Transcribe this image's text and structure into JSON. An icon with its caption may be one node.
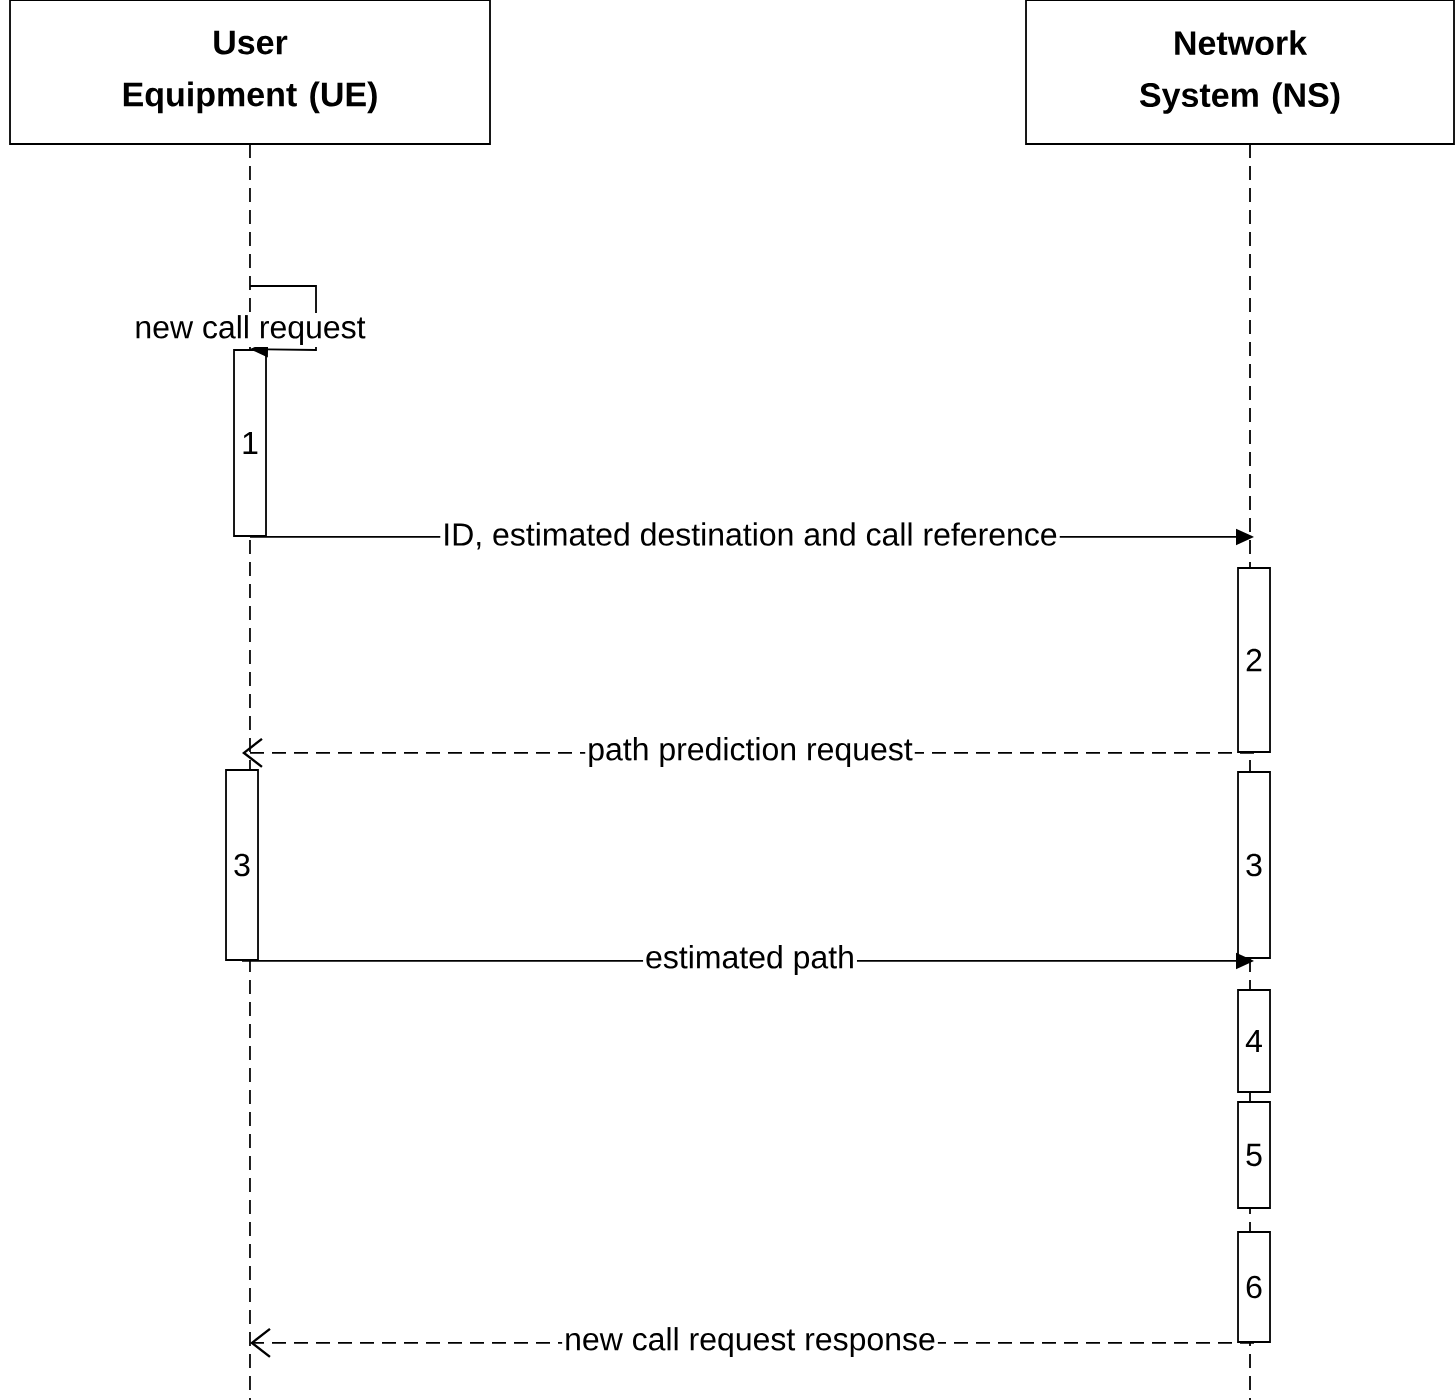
{
  "diagram": {
    "nodes": [
      {
        "text": [
          "User Equipment (UE)"
        ]
      },
      {
        "text": [
          "Network System (NS)"
        ]
      },
      {
        "text": [
          "1"
        ]
      },
      {
        "text": [
          "2"
        ]
      },
      {
        "text": [
          "3"
        ]
      },
      {
        "text": [
          "3"
        ]
      },
      {
        "text": [
          "4"
        ]
      },
      {
        "text": [
          "5"
        ]
      },
      {
        "text": [
          "6"
        ]
      }
    ],
    "edges": [
      {
        "from": null,
        "to": 2,
        "arrow": "to",
        "label": "new call request"
      },
      {
        "from": 2,
        "to": 3,
        "arrow": "to",
        "label": "ID, estimated destination and call reference"
      },
      {
        "from": 3,
        "to": 4,
        "arrow": "to",
        "label": "path prediction request",
        "style": "dashed"
      },
      {
        "from": 4,
        "to": 6,
        "arrow": "to",
        "label": "estimated path"
      },
      {
        "from": 8,
        "to": null,
        "arrow": "to",
        "label": "new call request response",
        "style": "dashed"
      }
    ]
  }
}
